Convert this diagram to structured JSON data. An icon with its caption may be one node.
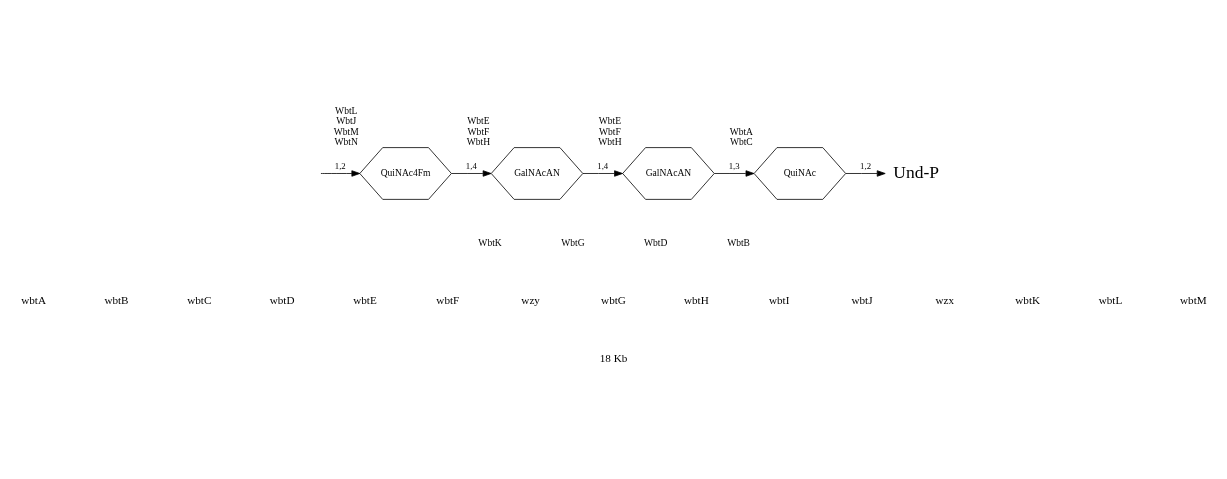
{
  "diagram": {
    "nodes": [
      {
        "text": [
          "QuiNAc4Fm"
        ],
        "beside": [
          "WbtL",
          "WbtJ",
          "WbtM",
          "WbtN"
        ]
      },
      {
        "text": [
          "GalNAcAN"
        ],
        "beside": [
          "WbtE",
          "WbtF",
          "WbtH"
        ]
      },
      {
        "text": [
          "GalNAcAN"
        ],
        "beside": [
          "WbtE",
          "WbtF",
          "WbtH"
        ]
      },
      {
        "text": [
          "QuiNAc"
        ],
        "beside": [
          "WbtA",
          "WbtC"
        ]
      },
      {
        "text": [
          "Und-P"
        ]
      }
    ],
    "edges": [
      {
        "from": null,
        "to": 0,
        "arrow": "to",
        "label": "1,2"
      },
      {
        "from": 0,
        "to": 1,
        "arrow": "to",
        "label": "1,4"
      },
      {
        "from": 1,
        "to": 2,
        "arrow": "to",
        "label": "1,4"
      },
      {
        "from": 2,
        "to": 3,
        "arrow": "to",
        "label": "1,3"
      },
      {
        "from": 3,
        "to": 4,
        "arrow": "to",
        "label": "1,2"
      }
    ],
    "labels": [
      "WbtK",
      "WbtG",
      "WbtD",
      "WbtB",
      "wbtA",
      "wbtB",
      "wbtC",
      "wbtD",
      "wbtE",
      "wbtF",
      "wzy",
      "wbtG",
      "wbtH",
      "wbtI",
      "wbtJ",
      "wzx",
      "wbtK",
      "wbtL",
      "wbtM",
      "18 Kb"
    ]
  }
}
